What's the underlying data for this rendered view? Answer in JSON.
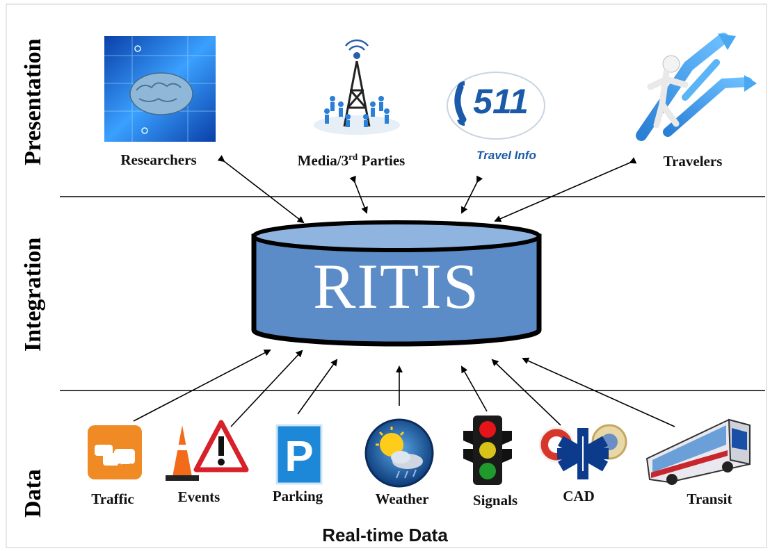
{
  "layers": {
    "presentation": "Presentation",
    "integration": "Integration",
    "data": "Data"
  },
  "center": {
    "title": "RITIS",
    "fill_color": "#5b8cc8",
    "top_color": "#8fb4e0"
  },
  "presentation_nodes": [
    {
      "label": "Researchers",
      "icon": "brain-icon"
    },
    {
      "label": "Media/3rd Parties",
      "icon": "broadcast-tower-icon"
    },
    {
      "label": "511",
      "sublabel": "Travel Info",
      "icon": "511-logo-icon"
    },
    {
      "label": "Travelers",
      "icon": "traveler-arrows-icon"
    }
  ],
  "data_nodes": [
    {
      "label": "Traffic",
      "icon": "traffic-icon"
    },
    {
      "label": "Events",
      "icon": "cone-warning-icon"
    },
    {
      "label": "Parking",
      "icon": "parking-icon"
    },
    {
      "label": "Weather",
      "icon": "weather-icon"
    },
    {
      "label": "Signals",
      "icon": "traffic-light-icon"
    },
    {
      "label": "CAD",
      "icon": "emergency-badges-icon"
    },
    {
      "label": "Transit",
      "icon": "bus-icon"
    }
  ],
  "footer": "Real-time Data",
  "colors": {
    "accent_blue": "#1e6fd0",
    "traffic_orange": "#f08a24",
    "parking_blue": "#1e88d8"
  }
}
